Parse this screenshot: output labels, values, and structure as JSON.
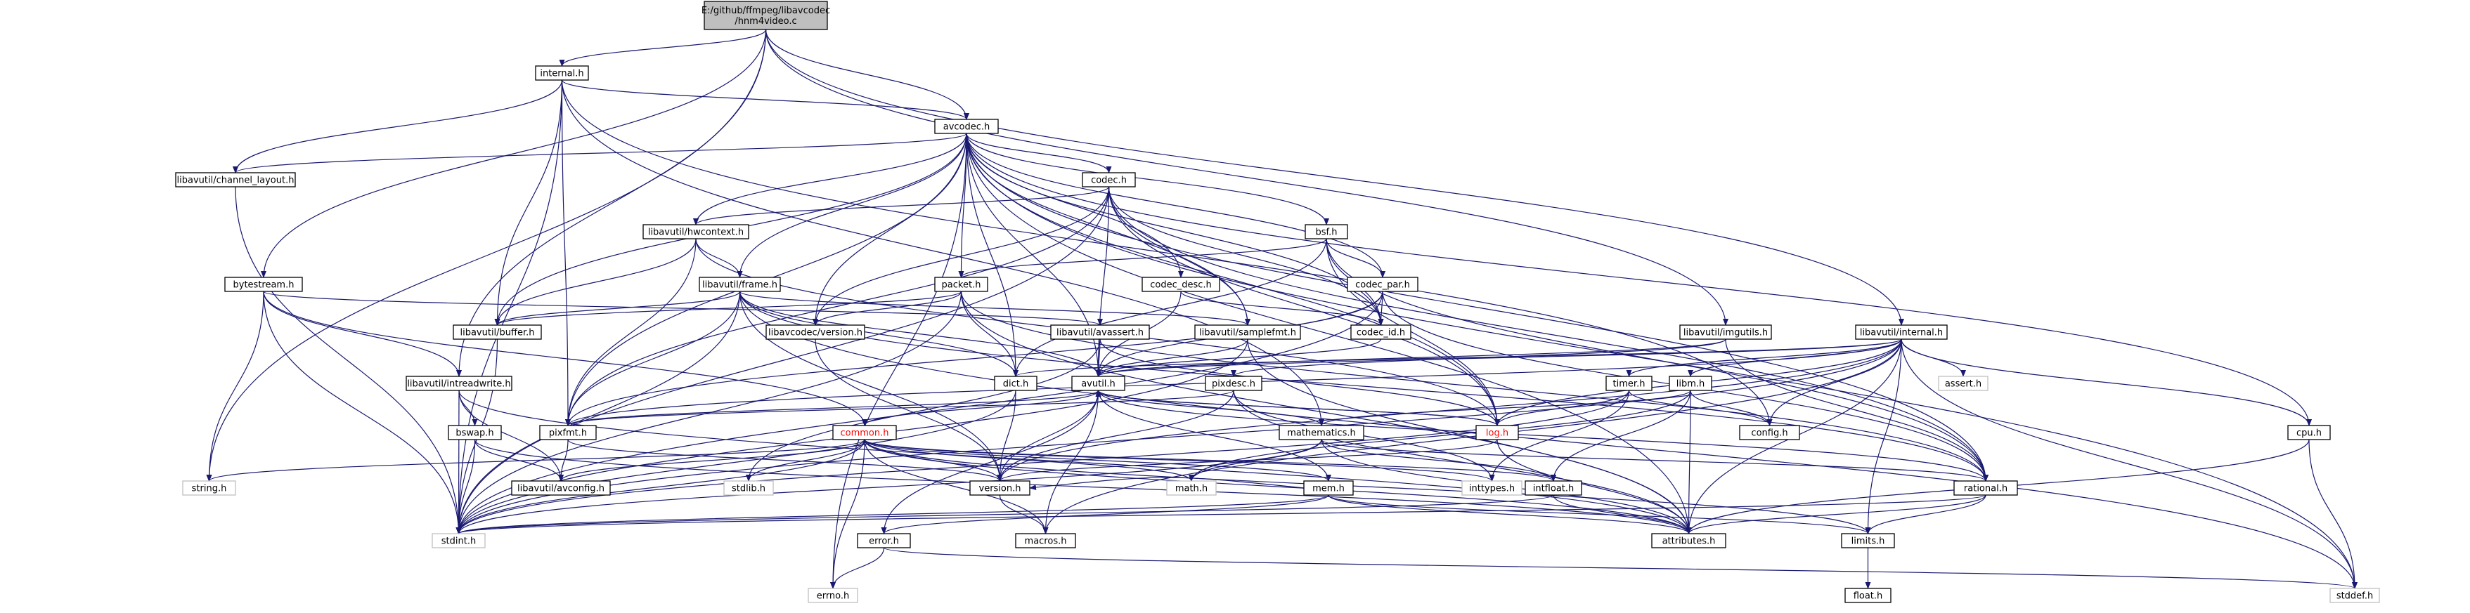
{
  "graph": {
    "root": "hnm4video",
    "nodes": [
      {
        "id": "hnm4video",
        "lines": [
          "E:/github/ffmpeg/libavcodec",
          "/hnm4video.c"
        ],
        "style": "root"
      },
      {
        "id": "internal_h",
        "lines": [
          "internal.h"
        ]
      },
      {
        "id": "avcodec_h",
        "lines": [
          "avcodec.h"
        ]
      },
      {
        "id": "channel_layout_h",
        "lines": [
          "libavutil/channel_layout.h"
        ]
      },
      {
        "id": "codec_h",
        "lines": [
          "codec.h"
        ]
      },
      {
        "id": "hwcontext_h",
        "lines": [
          "libavutil/hwcontext.h"
        ]
      },
      {
        "id": "bsf_h",
        "lines": [
          "bsf.h"
        ]
      },
      {
        "id": "bytestream_h",
        "lines": [
          "bytestream.h"
        ]
      },
      {
        "id": "frame_h",
        "lines": [
          "libavutil/frame.h"
        ]
      },
      {
        "id": "packet_h",
        "lines": [
          "packet.h"
        ]
      },
      {
        "id": "codec_desc_h",
        "lines": [
          "codec_desc.h"
        ]
      },
      {
        "id": "codec_par_h",
        "lines": [
          "codec_par.h"
        ]
      },
      {
        "id": "buffer_h",
        "lines": [
          "libavutil/buffer.h"
        ]
      },
      {
        "id": "lavc_version_h",
        "lines": [
          "libavcodec/version.h"
        ]
      },
      {
        "id": "avassert_h",
        "lines": [
          "libavutil/avassert.h"
        ]
      },
      {
        "id": "samplefmt_h",
        "lines": [
          "libavutil/samplefmt.h"
        ]
      },
      {
        "id": "codec_id_h",
        "lines": [
          "codec_id.h"
        ]
      },
      {
        "id": "imgutils_h",
        "lines": [
          "libavutil/imgutils.h"
        ]
      },
      {
        "id": "lavu_internal_h",
        "lines": [
          "libavutil/internal.h"
        ]
      },
      {
        "id": "intreadwrite_h",
        "lines": [
          "libavutil/intreadwrite.h"
        ]
      },
      {
        "id": "dict_h",
        "lines": [
          "dict.h"
        ]
      },
      {
        "id": "avutil_h",
        "lines": [
          "avutil.h"
        ]
      },
      {
        "id": "pixdesc_h",
        "lines": [
          "pixdesc.h"
        ]
      },
      {
        "id": "timer_h",
        "lines": [
          "timer.h"
        ]
      },
      {
        "id": "libm_h",
        "lines": [
          "libm.h"
        ]
      },
      {
        "id": "assert_h",
        "lines": [
          "assert.h"
        ],
        "style": "nolink"
      },
      {
        "id": "pixfmt_h",
        "lines": [
          "pixfmt.h"
        ]
      },
      {
        "id": "bswap_h",
        "lines": [
          "bswap.h"
        ]
      },
      {
        "id": "common_h",
        "lines": [
          "common.h"
        ],
        "style": "red"
      },
      {
        "id": "mathematics_h",
        "lines": [
          "mathematics.h"
        ]
      },
      {
        "id": "log_h",
        "lines": [
          "log.h"
        ],
        "style": "red"
      },
      {
        "id": "config_h",
        "lines": [
          "config.h"
        ]
      },
      {
        "id": "cpu_h",
        "lines": [
          "cpu.h"
        ]
      },
      {
        "id": "string_h",
        "lines": [
          "string.h"
        ],
        "style": "nolink"
      },
      {
        "id": "avconfig_h",
        "lines": [
          "libavutil/avconfig.h"
        ]
      },
      {
        "id": "stdlib_h",
        "lines": [
          "stdlib.h"
        ],
        "style": "nolink"
      },
      {
        "id": "version_h",
        "lines": [
          "version.h"
        ]
      },
      {
        "id": "math_h",
        "lines": [
          "math.h"
        ],
        "style": "nolink"
      },
      {
        "id": "mem_h",
        "lines": [
          "mem.h"
        ]
      },
      {
        "id": "inttypes_h",
        "lines": [
          "inttypes.h"
        ],
        "style": "nolink"
      },
      {
        "id": "intfloat_h",
        "lines": [
          "intfloat.h"
        ]
      },
      {
        "id": "rational_h",
        "lines": [
          "rational.h"
        ]
      },
      {
        "id": "stdint_h",
        "lines": [
          "stdint.h"
        ],
        "style": "nolink"
      },
      {
        "id": "error_h",
        "lines": [
          "error.h"
        ]
      },
      {
        "id": "macros_h",
        "lines": [
          "macros.h"
        ]
      },
      {
        "id": "attributes_h",
        "lines": [
          "attributes.h"
        ]
      },
      {
        "id": "limits_h",
        "lines": [
          "limits.h"
        ]
      },
      {
        "id": "errno_h",
        "lines": [
          "errno.h"
        ],
        "style": "nolink"
      },
      {
        "id": "stddef_h",
        "lines": [
          "stddef.h"
        ],
        "style": "nolink"
      },
      {
        "id": "float_h",
        "lines": [
          "float.h"
        ]
      }
    ],
    "edges": [
      [
        "hnm4video",
        "internal_h"
      ],
      [
        "hnm4video",
        "avcodec_h"
      ],
      [
        "hnm4video",
        "bytestream_h"
      ],
      [
        "hnm4video",
        "intreadwrite_h"
      ],
      [
        "hnm4video",
        "imgutils_h"
      ],
      [
        "hnm4video",
        "lavu_internal_h"
      ],
      [
        "hnm4video",
        "string_h"
      ],
      [
        "internal_h",
        "avcodec_h"
      ],
      [
        "internal_h",
        "channel_layout_h"
      ],
      [
        "internal_h",
        "buffer_h"
      ],
      [
        "internal_h",
        "pixfmt_h"
      ],
      [
        "internal_h",
        "config_h"
      ],
      [
        "internal_h",
        "stdint_h"
      ],
      [
        "internal_h",
        "mathematics_h"
      ],
      [
        "avcodec_h",
        "channel_layout_h"
      ],
      [
        "avcodec_h",
        "codec_h"
      ],
      [
        "avcodec_h",
        "hwcontext_h"
      ],
      [
        "avcodec_h",
        "bsf_h"
      ],
      [
        "avcodec_h",
        "frame_h"
      ],
      [
        "avcodec_h",
        "packet_h"
      ],
      [
        "avcodec_h",
        "codec_desc_h"
      ],
      [
        "avcodec_h",
        "codec_par_h"
      ],
      [
        "avcodec_h",
        "buffer_h"
      ],
      [
        "avcodec_h",
        "lavc_version_h"
      ],
      [
        "avcodec_h",
        "samplefmt_h"
      ],
      [
        "avcodec_h",
        "codec_id_h"
      ],
      [
        "avcodec_h",
        "dict_h"
      ],
      [
        "avcodec_h",
        "avutil_h"
      ],
      [
        "avcodec_h",
        "pixfmt_h"
      ],
      [
        "avcodec_h",
        "log_h"
      ],
      [
        "avcodec_h",
        "rational_h"
      ],
      [
        "avcodec_h",
        "attributes_h"
      ],
      [
        "avcodec_h",
        "cpu_h"
      ],
      [
        "avcodec_h",
        "errno_h"
      ],
      [
        "avcodec_h",
        "stddef_h"
      ],
      [
        "channel_layout_h",
        "stdint_h"
      ],
      [
        "codec_h",
        "hwcontext_h"
      ],
      [
        "codec_h",
        "codec_id_h"
      ],
      [
        "codec_h",
        "lavc_version_h"
      ],
      [
        "codec_h",
        "samplefmt_h"
      ],
      [
        "codec_h",
        "pixfmt_h"
      ],
      [
        "codec_h",
        "log_h"
      ],
      [
        "codec_h",
        "rational_h"
      ],
      [
        "codec_h",
        "avutil_h"
      ],
      [
        "codec_h",
        "stdint_h"
      ],
      [
        "hwcontext_h",
        "buffer_h"
      ],
      [
        "hwcontext_h",
        "frame_h"
      ],
      [
        "hwcontext_h",
        "log_h"
      ],
      [
        "hwcontext_h",
        "pixfmt_h"
      ],
      [
        "bsf_h",
        "packet_h"
      ],
      [
        "bsf_h",
        "codec_id_h"
      ],
      [
        "bsf_h",
        "codec_par_h"
      ],
      [
        "bsf_h",
        "dict_h"
      ],
      [
        "bsf_h",
        "log_h"
      ],
      [
        "bsf_h",
        "rational_h"
      ],
      [
        "bytestream_h",
        "intreadwrite_h"
      ],
      [
        "bytestream_h",
        "common_h"
      ],
      [
        "bytestream_h",
        "string_h"
      ],
      [
        "bytestream_h",
        "stdint_h"
      ],
      [
        "bytestream_h",
        "avassert_h"
      ],
      [
        "frame_h",
        "buffer_h"
      ],
      [
        "frame_h",
        "avutil_h"
      ],
      [
        "frame_h",
        "dict_h"
      ],
      [
        "frame_h",
        "rational_h"
      ],
      [
        "frame_h",
        "samplefmt_h"
      ],
      [
        "frame_h",
        "pixfmt_h"
      ],
      [
        "frame_h",
        "version_h"
      ],
      [
        "frame_h",
        "stdint_h"
      ],
      [
        "frame_h",
        "stddef_h"
      ],
      [
        "packet_h",
        "buffer_h"
      ],
      [
        "packet_h",
        "dict_h"
      ],
      [
        "packet_h",
        "lavc_version_h"
      ],
      [
        "packet_h",
        "stdint_h"
      ],
      [
        "packet_h",
        "attributes_h"
      ],
      [
        "packet_h",
        "rational_h"
      ],
      [
        "codec_desc_h",
        "codec_id_h"
      ],
      [
        "codec_desc_h",
        "avutil_h"
      ],
      [
        "codec_par_h",
        "codec_id_h"
      ],
      [
        "codec_par_h",
        "avutil_h"
      ],
      [
        "codec_par_h",
        "pixfmt_h"
      ],
      [
        "codec_par_h",
        "rational_h"
      ],
      [
        "codec_par_h",
        "stdint_h"
      ],
      [
        "buffer_h",
        "stdint_h"
      ],
      [
        "lavc_version_h",
        "version_h"
      ],
      [
        "avassert_h",
        "avutil_h"
      ],
      [
        "avassert_h",
        "log_h"
      ],
      [
        "avassert_h",
        "stdlib_h"
      ],
      [
        "samplefmt_h",
        "avutil_h"
      ],
      [
        "samplefmt_h",
        "attributes_h"
      ],
      [
        "samplefmt_h",
        "stdint_h"
      ],
      [
        "codec_id_h",
        "avutil_h"
      ],
      [
        "imgutils_h",
        "avutil_h"
      ],
      [
        "imgutils_h",
        "pixdesc_h"
      ],
      [
        "imgutils_h",
        "rational_h"
      ],
      [
        "lavu_internal_h",
        "timer_h"
      ],
      [
        "lavu_internal_h",
        "libm_h"
      ],
      [
        "lavu_internal_h",
        "assert_h"
      ],
      [
        "lavu_internal_h",
        "config_h"
      ],
      [
        "lavu_internal_h",
        "cpu_h"
      ],
      [
        "lavu_internal_h",
        "dict_h"
      ],
      [
        "lavu_internal_h",
        "pixfmt_h"
      ],
      [
        "lavu_internal_h",
        "version_h"
      ],
      [
        "lavu_internal_h",
        "attributes_h"
      ],
      [
        "lavu_internal_h",
        "log_h"
      ],
      [
        "lavu_internal_h",
        "stdint_h"
      ],
      [
        "lavu_internal_h",
        "stddef_h"
      ],
      [
        "lavu_internal_h",
        "limits_h"
      ],
      [
        "lavu_internal_h",
        "avutil_h"
      ],
      [
        "lavu_internal_h",
        "macros_h"
      ],
      [
        "intreadwrite_h",
        "bswap_h"
      ],
      [
        "intreadwrite_h",
        "avconfig_h"
      ],
      [
        "intreadwrite_h",
        "stdint_h"
      ],
      [
        "intreadwrite_h",
        "attributes_h"
      ],
      [
        "dict_h",
        "stdint_h"
      ],
      [
        "dict_h",
        "version_h"
      ],
      [
        "avutil_h",
        "common_h"
      ],
      [
        "avutil_h",
        "error_h"
      ],
      [
        "avutil_h",
        "version_h"
      ],
      [
        "avutil_h",
        "macros_h"
      ],
      [
        "avutil_h",
        "mathematics_h"
      ],
      [
        "avutil_h",
        "rational_h"
      ],
      [
        "avutil_h",
        "log_h"
      ],
      [
        "avutil_h",
        "pixfmt_h"
      ],
      [
        "pixdesc_h",
        "inttypes_h"
      ],
      [
        "pixdesc_h",
        "attributes_h"
      ],
      [
        "pixdesc_h",
        "pixfmt_h"
      ],
      [
        "pixdesc_h",
        "version_h"
      ],
      [
        "timer_h",
        "config_h"
      ],
      [
        "timer_h",
        "inttypes_h"
      ],
      [
        "timer_h",
        "log_h"
      ],
      [
        "timer_h",
        "stdint_h"
      ],
      [
        "libm_h",
        "math_h"
      ],
      [
        "libm_h",
        "config_h"
      ],
      [
        "libm_h",
        "attributes_h"
      ],
      [
        "libm_h",
        "intfloat_h"
      ],
      [
        "libm_h",
        "mathematics_h"
      ],
      [
        "pixfmt_h",
        "avconfig_h"
      ],
      [
        "pixfmt_h",
        "version_h"
      ],
      [
        "bswap_h",
        "avconfig_h"
      ],
      [
        "bswap_h",
        "attributes_h"
      ],
      [
        "bswap_h",
        "stdint_h"
      ],
      [
        "common_h",
        "errno_h"
      ],
      [
        "common_h",
        "inttypes_h"
      ],
      [
        "common_h",
        "limits_h"
      ],
      [
        "common_h",
        "math_h"
      ],
      [
        "common_h",
        "stdint_h"
      ],
      [
        "common_h",
        "stdlib_h"
      ],
      [
        "common_h",
        "string_h"
      ],
      [
        "common_h",
        "attributes_h"
      ],
      [
        "common_h",
        "macros_h"
      ],
      [
        "common_h",
        "version_h"
      ],
      [
        "common_h",
        "avconfig_h"
      ],
      [
        "common_h",
        "mem_h"
      ],
      [
        "common_h",
        "intfloat_h"
      ],
      [
        "mathematics_h",
        "stdint_h"
      ],
      [
        "mathematics_h",
        "math_h"
      ],
      [
        "mathematics_h",
        "attributes_h"
      ],
      [
        "mathematics_h",
        "rational_h"
      ],
      [
        "mathematics_h",
        "intfloat_h"
      ],
      [
        "log_h",
        "avutil_h"
      ],
      [
        "log_h",
        "attributes_h"
      ],
      [
        "log_h",
        "version_h"
      ],
      [
        "cpu_h",
        "attributes_h"
      ],
      [
        "cpu_h",
        "stddef_h"
      ],
      [
        "version_h",
        "macros_h"
      ],
      [
        "mem_h",
        "limits_h"
      ],
      [
        "mem_h",
        "stdint_h"
      ],
      [
        "mem_h",
        "attributes_h"
      ],
      [
        "mem_h",
        "error_h"
      ],
      [
        "mem_h",
        "avutil_h"
      ],
      [
        "mem_h",
        "version_h"
      ],
      [
        "intfloat_h",
        "stdint_h"
      ],
      [
        "intfloat_h",
        "attributes_h"
      ],
      [
        "rational_h",
        "stdint_h"
      ],
      [
        "rational_h",
        "limits_h"
      ],
      [
        "rational_h",
        "attributes_h"
      ],
      [
        "error_h",
        "errno_h"
      ],
      [
        "error_h",
        "stddef_h"
      ],
      [
        "limits_h",
        "float_h"
      ]
    ]
  }
}
